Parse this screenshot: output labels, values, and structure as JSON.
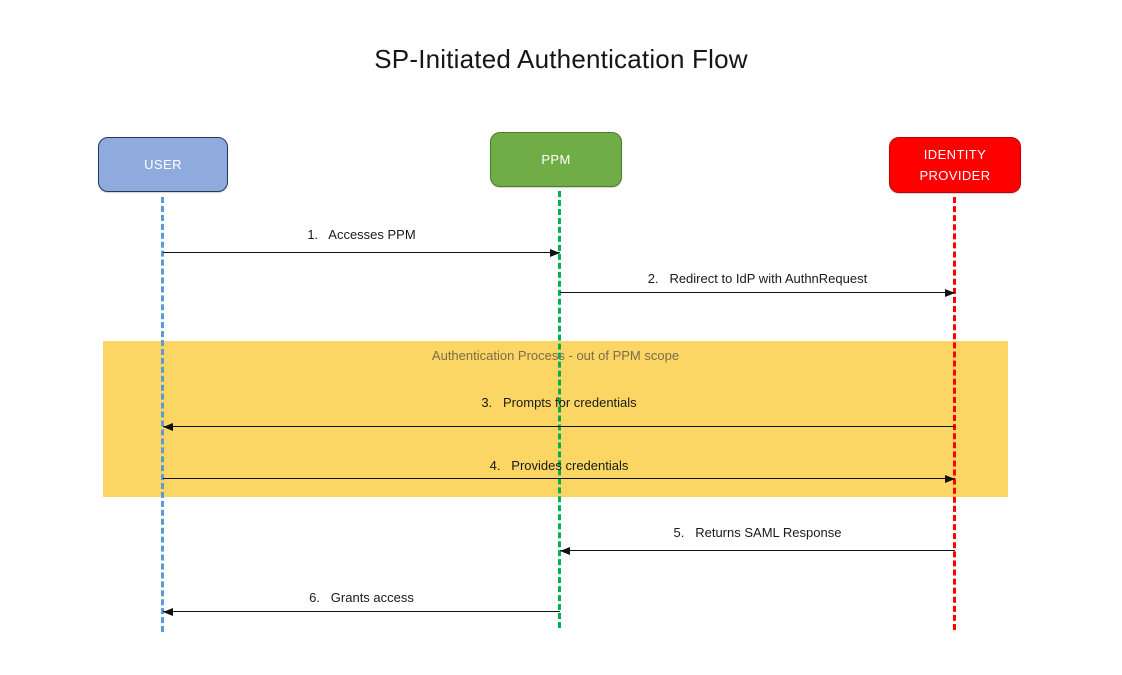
{
  "title": "SP-Initiated Authentication Flow",
  "actors": [
    {
      "id": "user",
      "label": "USER",
      "fill": "#8FAADC",
      "border": "#253B53",
      "lifeline_color": "#5B9BD5"
    },
    {
      "id": "ppm",
      "label": "PPM",
      "fill": "#70AD47",
      "border": "#4F7A2B",
      "lifeline_color": "#00B050"
    },
    {
      "id": "idp",
      "label": "IDENTITY PROVIDER",
      "fill": "#FE0000",
      "border": "#C00000",
      "lifeline_color": "#FF0000"
    }
  ],
  "band": {
    "label": "Authentication Process - out of PPM scope",
    "fill": "#FBD665",
    "text_color": "#7C6C49"
  },
  "messages": [
    {
      "label": "1.   Accesses PPM",
      "from": "USER",
      "to": "PPM",
      "direction": "right"
    },
    {
      "label": "2.   Redirect to IdP with AuthnRequest",
      "from": "PPM",
      "to": "IDENTITY PROVIDER",
      "direction": "right"
    },
    {
      "label": "3.   Prompts for credentials",
      "from": "IDENTITY PROVIDER",
      "to": "USER",
      "direction": "left"
    },
    {
      "label": "4.   Provides credentials",
      "from": "USER",
      "to": "IDENTITY PROVIDER",
      "direction": "right"
    },
    {
      "label": "5.   Returns SAML Response",
      "from": "IDENTITY PROVIDER",
      "to": "PPM",
      "direction": "left"
    },
    {
      "label": "6.   Grants access",
      "from": "PPM",
      "to": "USER",
      "direction": "left"
    }
  ]
}
